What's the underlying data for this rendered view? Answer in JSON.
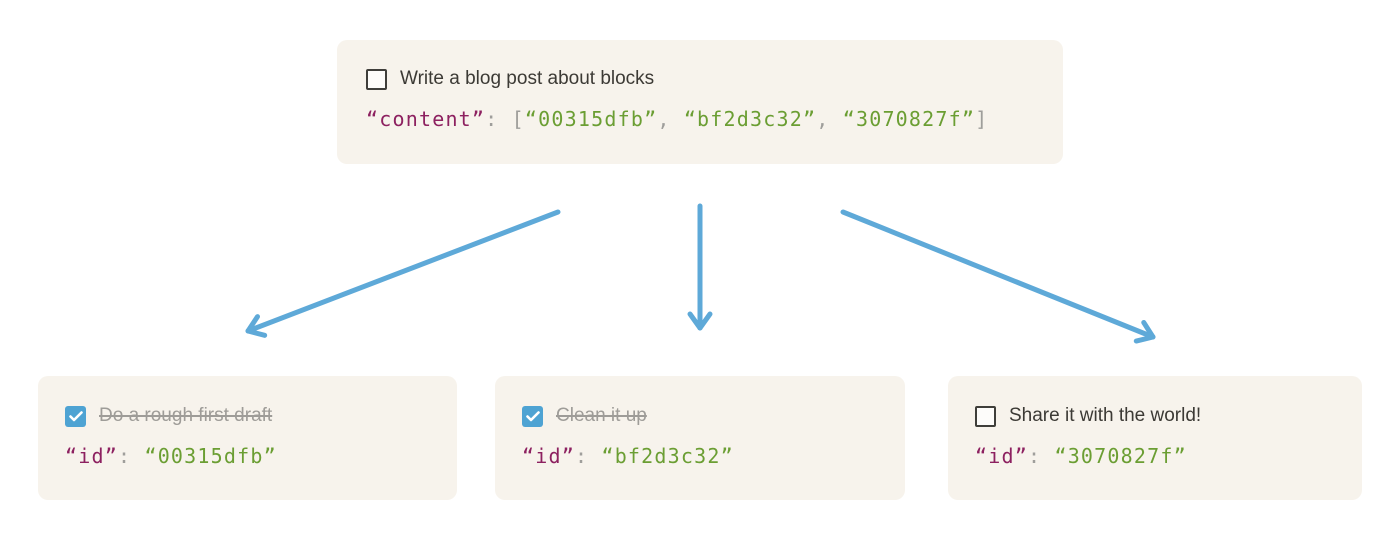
{
  "colors": {
    "card_bg": "#f7f3ec",
    "arrow": "#5ea9d8",
    "checkbox_checked": "#4ea3d3",
    "checkbox_border": "#3f3e3a",
    "todo_text": "#3c3a35",
    "done_text": "#9e9c98",
    "code_key": "#8d2160",
    "code_punct": "#9f9e9b",
    "code_string": "#6b9e33"
  },
  "parent_block": {
    "todo": {
      "label": "Write a blog post about blocks",
      "checked": false
    },
    "code": {
      "key": "“content”",
      "colon": ": ",
      "bracket_open": "[",
      "values": [
        "“00315dfb”",
        "“bf2d3c32”",
        "“3070827f”"
      ],
      "comma": ", ",
      "bracket_close": "]"
    }
  },
  "child_blocks": [
    {
      "todo": {
        "label": "Do a rough first draft",
        "checked": true
      },
      "code": {
        "key": "“id”",
        "colon": ": ",
        "value": "“00315dfb”"
      }
    },
    {
      "todo": {
        "label": "Clean it up",
        "checked": true
      },
      "code": {
        "key": "“id”",
        "colon": ": ",
        "value": "“bf2d3c32”"
      }
    },
    {
      "todo": {
        "label": "Share it with the world!",
        "checked": false
      },
      "code": {
        "key": "“id”",
        "colon": ": ",
        "value": "“3070827f”"
      }
    }
  ]
}
